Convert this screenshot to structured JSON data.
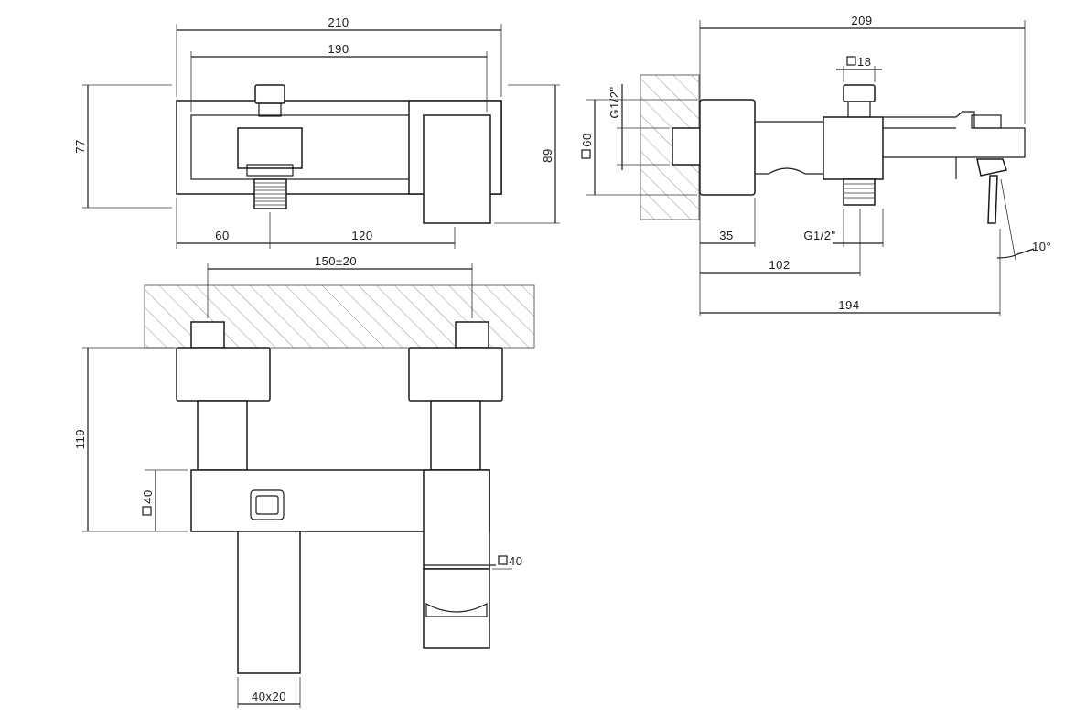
{
  "dimensions": {
    "front_overall_width": "210",
    "front_body_width": "190",
    "front_height_left": "77",
    "front_height_right": "89",
    "front_left_offset": "60",
    "front_right_offset": "120",
    "side_overall_length": "209",
    "side_inlet_square": "18",
    "side_thread_upper": "G1/2\"",
    "side_square_60": "60",
    "side_wall_depth": "35",
    "side_thread_lower": "G1/2\"",
    "side_to_inlet": "102",
    "side_total": "194",
    "side_angle": "10°",
    "top_center_distance": "150±20",
    "top_height": "119",
    "top_square_left": "40",
    "top_square_spout": "40",
    "top_spout_section": "40x20"
  },
  "colors": {
    "line": "#1a1a1a",
    "hatch": "#888888",
    "background": "#ffffff"
  }
}
